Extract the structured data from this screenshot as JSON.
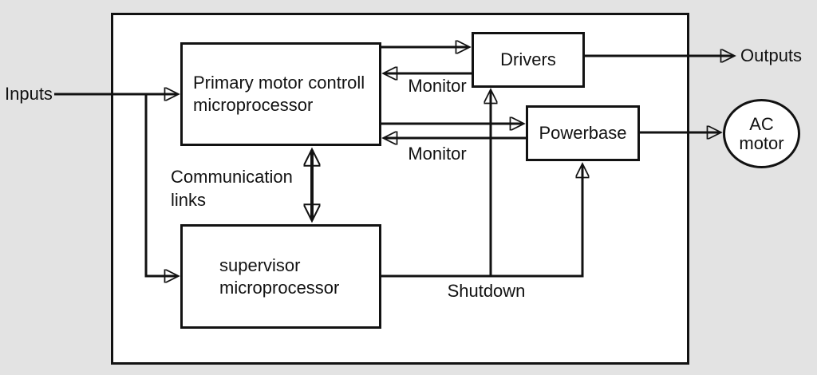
{
  "diagram": {
    "type": "block-diagram",
    "subject": "motor-control-system"
  },
  "colors": {
    "background": "#e3e3e3",
    "panel": "#ffffff",
    "ink": "#121212"
  },
  "nodes": {
    "primary": {
      "line1": "Primary motor controll",
      "line2": "microprocessor"
    },
    "supervisor": {
      "line1": "supervisor",
      "line2": "microprocessor"
    },
    "drivers": {
      "label": "Drivers"
    },
    "powerbase": {
      "label": "Powerbase"
    },
    "ac_motor": {
      "line1": "AC",
      "line2": "motor"
    }
  },
  "labels": {
    "inputs": "Inputs",
    "outputs": "Outputs",
    "monitor_top": "Monitor",
    "monitor_bottom": "Monitor",
    "communication_line1": "Communication",
    "communication_line2": "links",
    "shutdown": "Shutdown"
  }
}
